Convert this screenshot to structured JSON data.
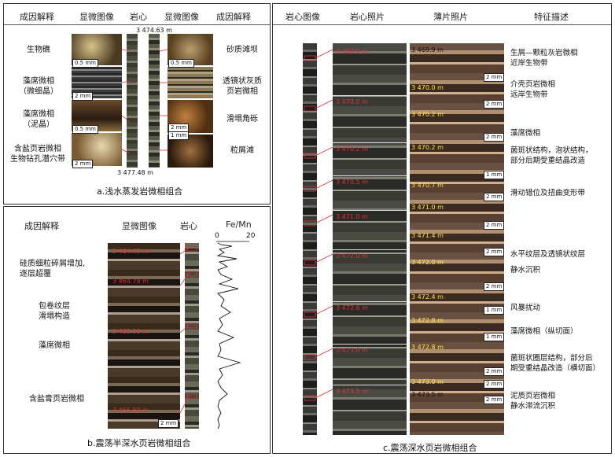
{
  "panel_a": {
    "headers": [
      "成因解释",
      "显微图像",
      "岩心",
      "显微图像",
      "成因解释"
    ],
    "depth_top": "3 474.63 m",
    "depth_bottom": "3 477.48 m",
    "left_labels": [
      "生物礁",
      "藻席微相\n（微细晶）",
      "藻席微相\n（泥晶）",
      "含盐页岩微相\n生物钻孔潜穴带"
    ],
    "right_labels": [
      "砂质滩坝",
      "透镜状灰质\n页岩微相",
      "滑塌角砾",
      "粒屑滩"
    ],
    "scales": [
      "0.5 mm",
      "2 mm",
      "0.5 mm",
      "2 mm",
      "0.5 mm",
      "2 mm",
      "1 mm"
    ],
    "caption": "a.浅水蒸发岩微相组合"
  },
  "panel_b": {
    "headers": [
      "成因解释",
      "显微图像",
      "岩心",
      "Fe/Mn"
    ],
    "axis_ticks": [
      "0",
      "20"
    ],
    "labels": [
      "硅质细粒碎屑增加,\n逐层超覆",
      "包卷纹层\n滑塌构造",
      "藻席微相",
      "含盐膏页岩微相"
    ],
    "depths": [
      "3 464.05 m",
      "3 464.78 m",
      "3 465.30 m",
      "3 465.50 m"
    ],
    "scale": "2 mm",
    "caption": "b.震荡半深水页岩微相组合"
  },
  "panel_c": {
    "headers": [
      "岩心图像",
      "岩心照片",
      "薄片照片",
      "特征描述"
    ],
    "core_depths": [
      "3 469.9 m",
      "3 470.0 m",
      "3 470.2 m",
      "3 470.5 m",
      "3 471.0 m",
      "3 472.0 m",
      "3 472.6 m",
      "3 473.0 m",
      "3 473.5 m"
    ],
    "thin_depths": [
      "3 469.9 m",
      "3 470.0 m",
      "3 470.2 m",
      "3 470.2 m",
      "3 470.7 m",
      "3 471.0 m",
      "3 471.4 m",
      "3 472.0 m",
      "3 472.4 m",
      "3 472.8 m",
      "3 472.8 m",
      "3 473.0 m",
      "3 473.5 m"
    ],
    "scales": [
      "2 mm",
      "2 mm",
      "2 mm",
      "1 mm",
      "2 mm",
      "2 mm",
      "2 mm",
      "2 mm",
      "1 mm",
      "1 mm",
      "2 mm",
      "2 mm",
      "2 mm"
    ],
    "descriptions": [
      "生屑—颗粒灰岩微相\n近岸生物带",
      "介壳页岩微相\n远岸生物带",
      "藻席微相",
      "菌斑状结构，泡状结构，\n部分后期受重结晶改造",
      "滑动错位及扭曲变形带",
      "水平纹层及透镜状纹层",
      "静水沉积",
      "风暴扰动",
      "藻席微相（纵切面）",
      "菌斑状圈层结构，部分后\n期受重结晶改造（横切面）",
      "泥质页岩微相\n静水滞流沉积"
    ],
    "caption": "c.震荡深水页岩微相组合"
  },
  "colors": {
    "depth_red": "#e0303a",
    "depth_yellow": "#ffe23a",
    "border": "#333333"
  }
}
